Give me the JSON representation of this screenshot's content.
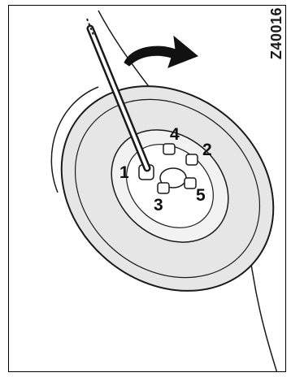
{
  "figure": {
    "code": "Z40016",
    "nut_labels": [
      "1",
      "2",
      "3",
      "4",
      "5"
    ]
  },
  "colors": {
    "ink": "#1a1a1a",
    "tire_fill": "#e6e6e6",
    "rim_fill": "#f2f2f2",
    "arrow_fill": "#111111"
  }
}
